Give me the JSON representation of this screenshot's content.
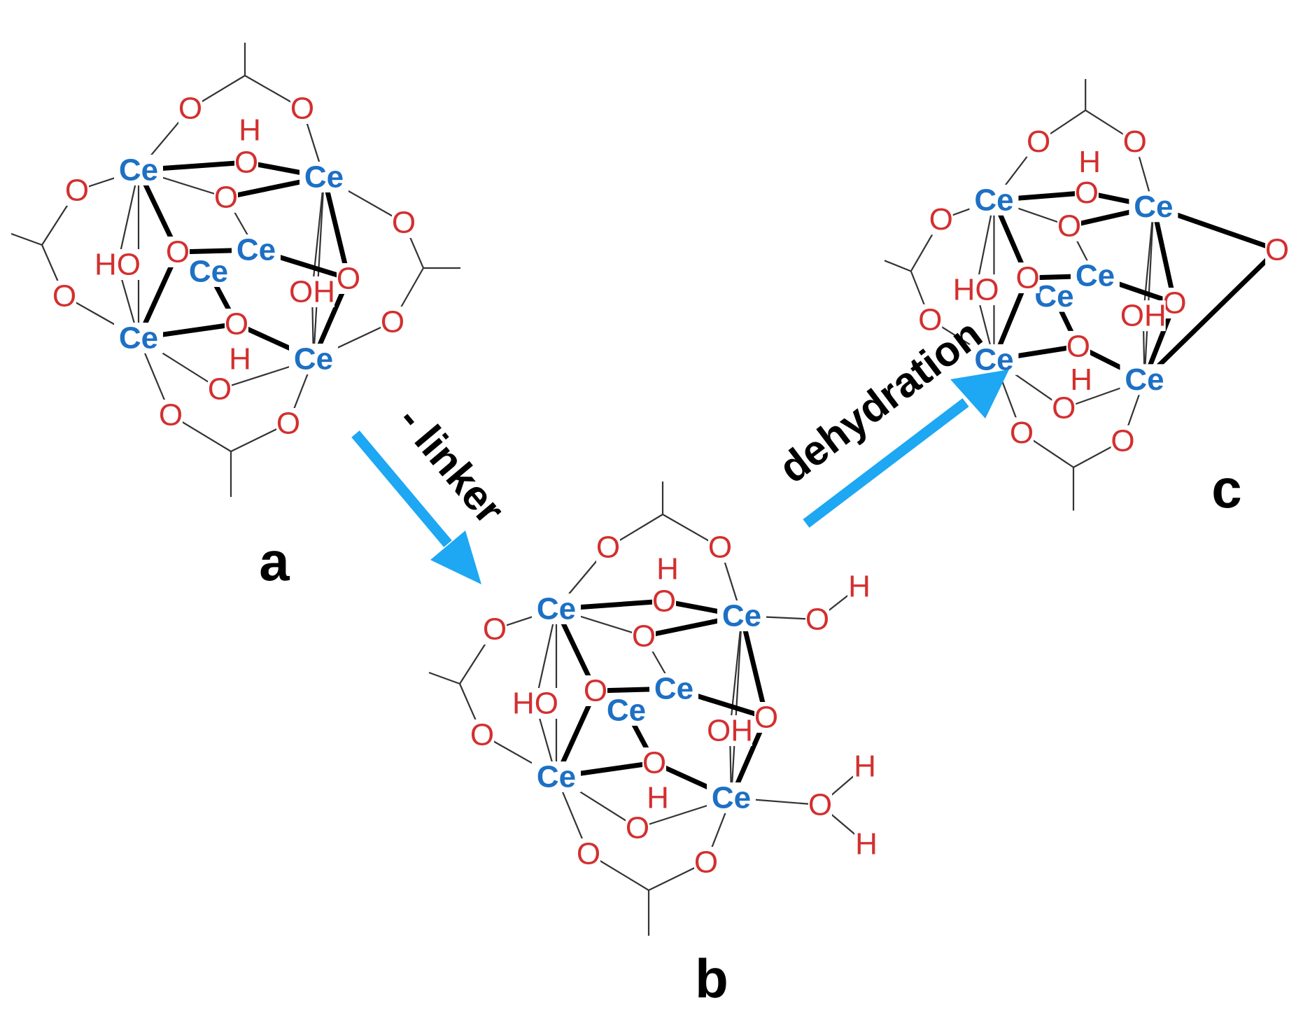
{
  "colors": {
    "cerium": "#1d70c4",
    "oxygen": "#d32f2f",
    "arrow": "#1ea7f2",
    "bond": "#000000"
  },
  "atoms": {
    "ce": "Ce",
    "o": "O",
    "oh": "OH",
    "ho": "HO",
    "h": "H"
  },
  "panels": [
    {
      "id": "a",
      "label": "a"
    },
    {
      "id": "b",
      "label": "b"
    },
    {
      "id": "c",
      "label": "c"
    }
  ],
  "arrows": [
    {
      "from": "a",
      "to": "b",
      "label": "- linker"
    },
    {
      "from": "b",
      "to": "c",
      "label": "dehydration"
    }
  ]
}
